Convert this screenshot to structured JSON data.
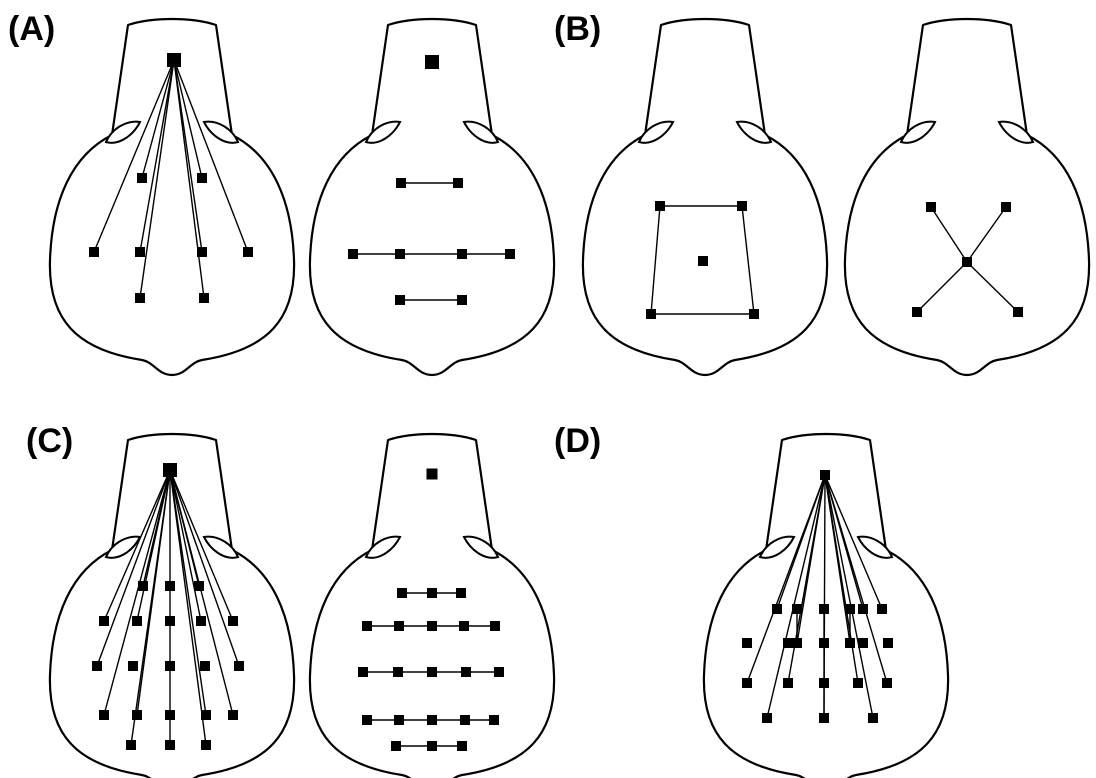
{
  "figure": {
    "panels": [
      {
        "id": "A",
        "label": "(A)"
      },
      {
        "id": "B",
        "label": "(B)"
      },
      {
        "id": "C",
        "label": "(C)"
      },
      {
        "id": "D",
        "label": "(D)"
      }
    ]
  }
}
